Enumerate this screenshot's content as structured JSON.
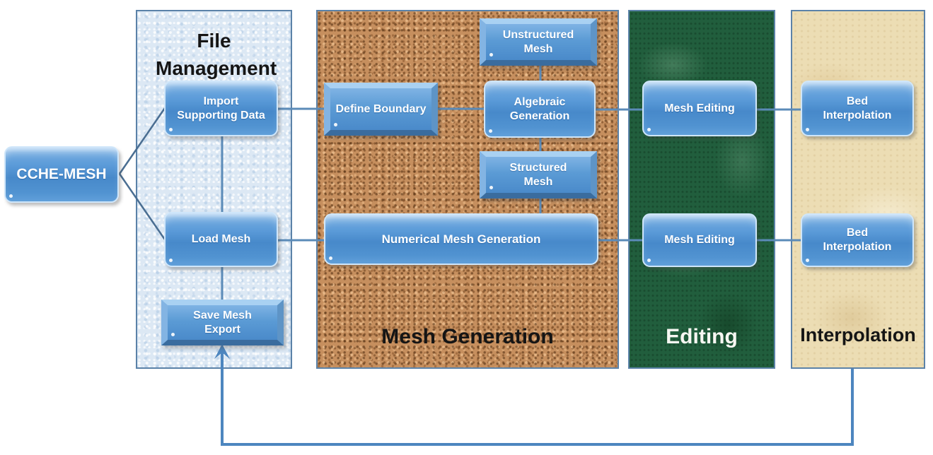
{
  "diagram": {
    "root": {
      "label": "CCHE-MESH"
    },
    "panels": [
      {
        "id": "file-management",
        "title": "File Management"
      },
      {
        "id": "mesh-generation",
        "title": "Mesh Generation"
      },
      {
        "id": "editing",
        "title": "Editing"
      },
      {
        "id": "interpolation",
        "title": "Interpolation"
      }
    ],
    "nodes": {
      "import_supporting_data": "Import Supporting Data",
      "load_mesh": "Load Mesh",
      "save_mesh_export": "Save Mesh Export",
      "define_boundary": "Define Boundary",
      "unstructured_mesh": "Unstructured Mesh",
      "algebraic_generation": "Algebraic Generation",
      "structured_mesh": "Structured Mesh",
      "numerical_mesh_generation": "Numerical Mesh Generation",
      "mesh_editing_top": "Mesh Editing",
      "mesh_editing_bottom": "Mesh Editing",
      "bed_interpolation_top": "Bed Interpolation",
      "bed_interpolation_bottom": "Bed Interpolation"
    },
    "edges": [
      {
        "from": "CCHE-MESH",
        "to": "Import Supporting Data"
      },
      {
        "from": "CCHE-MESH",
        "to": "Load Mesh"
      },
      {
        "from": "Import Supporting Data",
        "to": "Load Mesh"
      },
      {
        "from": "Import Supporting Data",
        "to": "Define Boundary"
      },
      {
        "from": "Define Boundary",
        "to": "Algebraic Generation"
      },
      {
        "from": "Unstructured Mesh",
        "to": "Algebraic Generation"
      },
      {
        "from": "Algebraic Generation",
        "to": "Structured Mesh"
      },
      {
        "from": "Algebraic Generation",
        "to": "Mesh Editing (top)"
      },
      {
        "from": "Mesh Editing (top)",
        "to": "Bed Interpolation (top)"
      },
      {
        "from": "Structured Mesh",
        "to": "Numerical Mesh Generation"
      },
      {
        "from": "Load Mesh",
        "to": "Numerical Mesh Generation"
      },
      {
        "from": "Load Mesh",
        "to": "Save Mesh Export"
      },
      {
        "from": "Numerical Mesh Generation",
        "to": "Mesh Editing (bottom)"
      },
      {
        "from": "Mesh Editing (bottom)",
        "to": "Bed Interpolation (bottom)"
      },
      {
        "from": "Interpolation panel",
        "to": "Save Mesh Export",
        "type": "feedback-arrow"
      }
    ],
    "colors": {
      "node_fill_top": "#9dc7ef",
      "node_fill_main": "#5b9bd5",
      "node_border_light": "#cfe6fa",
      "connector": "#5b8bb8",
      "diagonal_connector": "#4a6e92",
      "feedback_arrow": "#4d86bf",
      "panel_border": "#5b82a8",
      "file_panel_bg": "#dce8f4",
      "cork_panel_bg": "#c68f5e",
      "marble_panel_bg": "#215e3d",
      "parchment_panel_bg": "#ecddb4",
      "title_dark": "#151515",
      "title_light": "#f7f7f2"
    }
  }
}
